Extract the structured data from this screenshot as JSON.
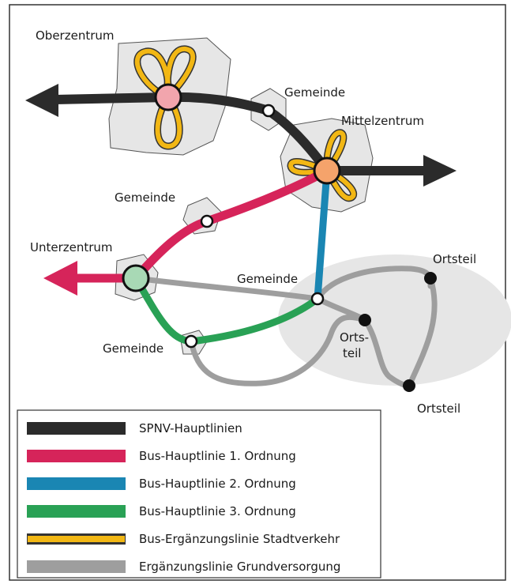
{
  "labels": {
    "oberzentrum": "Oberzentrum",
    "mittelzentrum": "Mittelzentrum",
    "unterzentrum": "Unterzentrum",
    "gemeinde_1": "Gemeinde",
    "gemeinde_2": "Gemeinde",
    "gemeinde_3": "Gemeinde",
    "gemeinde_4": "Gemeinde",
    "ortsteil_1": "Ortsteil",
    "ortsteil_2_line1": "Orts-",
    "ortsteil_2_line2": "teil",
    "ortsteil_3": "Ortsteil"
  },
  "legend": [
    {
      "label": "SPNV-Hauptlinien",
      "color": "#2b2b2b",
      "style": "solid"
    },
    {
      "label": "Bus-Hauptlinie 1. Ordnung",
      "color": "#d6245a",
      "style": "solid"
    },
    {
      "label": "Bus-Hauptlinie 2. Ordnung",
      "color": "#1a86b3",
      "style": "solid"
    },
    {
      "label": "Bus-Hauptlinie 3. Ordnung",
      "color": "#29a155",
      "style": "solid"
    },
    {
      "label": "Bus-Ergänzungslinie Stadtverkehr",
      "color": "#f2b714",
      "style": "outlined"
    },
    {
      "label": "Ergänzungslinie Grundversorgung",
      "color": "#9e9e9e",
      "style": "solid"
    }
  ],
  "colors": {
    "spnv": "#2b2b2b",
    "bus1": "#d6245a",
    "bus2": "#1a86b3",
    "bus3": "#29a155",
    "stadtverkehr": "#f2b714",
    "grundversorgung": "#9e9e9e",
    "oberzentrum_node": "#f2a5ad",
    "mittelzentrum_node": "#f5a36b",
    "unterzentrum_node": "#a8d9b5",
    "area_fill": "#e6e6e6"
  }
}
